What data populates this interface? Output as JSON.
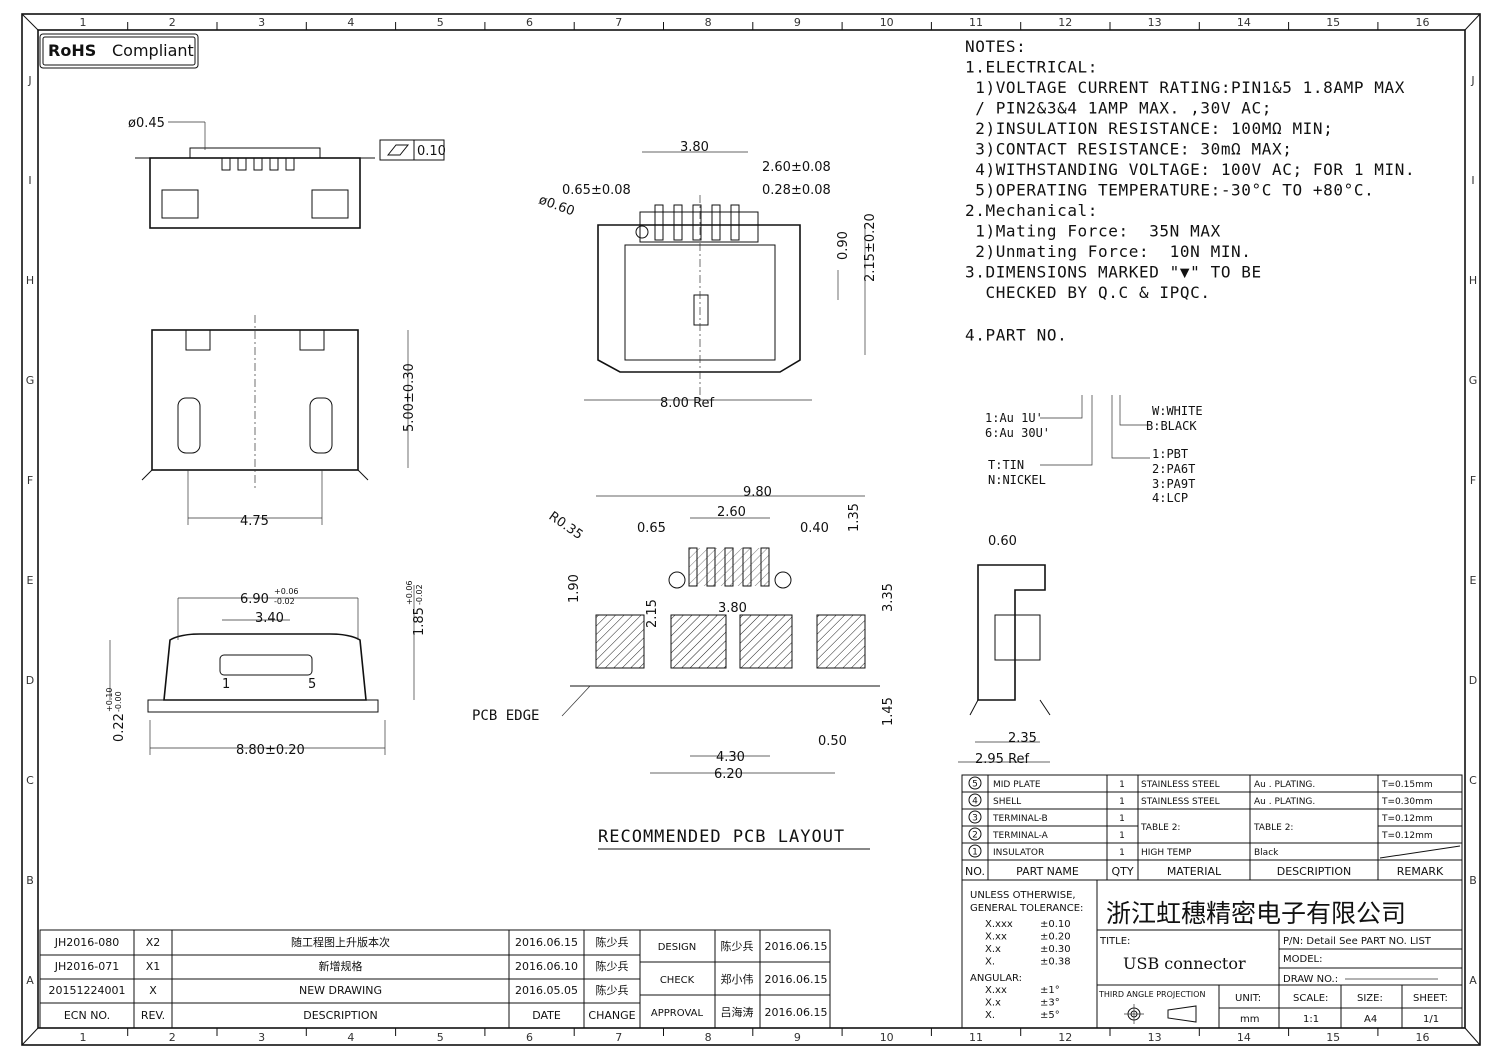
{
  "badge": {
    "rohs": "RoHS",
    "compliant": "Compliant"
  },
  "zones": {
    "columns": [
      "1",
      "2",
      "3",
      "4",
      "5",
      "6",
      "7",
      "8",
      "9",
      "10",
      "11",
      "12",
      "13",
      "14",
      "15",
      "16"
    ],
    "rows": [
      "J",
      "I",
      "H",
      "G",
      "F",
      "E",
      "D",
      "C",
      "B",
      "A"
    ]
  },
  "notes": {
    "lines": [
      "NOTES:",
      "1.ELECTRICAL:",
      " 1)VOLTAGE CURRENT RATING:PIN1&5 1.8AMP MAX",
      " / PIN2&3&4 1AMP MAX. ,30V AC;",
      " 2)INSULATION RESISTANCE: 100MΩ MIN;",
      " 3)CONTACT RESISTANCE: 30mΩ MAX;",
      " 4)WITHSTANDING VOLTAGE: 100V AC; FOR 1 MIN.",
      " 5)OPERATING TEMPERATURE:-30°C TO +80°C.",
      "2.Mechanical:",
      " 1)Mating Force:  35N MAX",
      " 2)Unmating Force:  10N MIN.",
      "3.DIMENSIONS MARKED \"▼\" TO BE",
      "  CHECKED BY Q.C & IPQC.",
      "4.PART NO."
    ]
  },
  "part_no_legend": {
    "plating": [
      "1:Au 1U'",
      "6:Au 30U'"
    ],
    "finish": [
      "T:TIN",
      "N:NICKEL"
    ],
    "color": [
      "W:WHITE",
      "B:BLACK"
    ],
    "material": [
      "1:PBT",
      "2:PA6T",
      "3:PA9T",
      "4:LCP"
    ]
  },
  "dimensions": [
    "ø0.45",
    "0.10",
    "3.80",
    "2.60±0.08",
    "0.65±0.08",
    "0.28±0.08",
    "ø0.60",
    "0.90",
    "2.15±0.20",
    "8.00 Ref",
    "5.00±0.30",
    "4.75",
    "6.90",
    "3.40",
    "1.85",
    "0.22",
    "8.80±0.20",
    "9.80",
    "2.60",
    "0.65",
    "0.40",
    "R0.35",
    "1.35",
    "1.90",
    "2.15",
    "3.80",
    "3.35",
    "1.45",
    "0.50",
    "4.30",
    "6.20",
    "0.60",
    "2.35",
    "2.95 Ref"
  ],
  "tolerances": {
    "d12": [
      "+0.06",
      "-0.02"
    ],
    "d14": [
      "+0.06",
      "-0.02"
    ],
    "d15": [
      "+0.10",
      "-0.00"
    ]
  },
  "labels": {
    "pcb_edge": "PCB EDGE",
    "layout_title": "RECOMMENDED PCB LAYOUT",
    "pin1": "1",
    "pin5": "5"
  },
  "bom": {
    "rows": [
      {
        "no": "5",
        "name": "MID PLATE",
        "qty": "1",
        "material": "STAINLESS STEEL",
        "description": "Au . PLATING.",
        "remark": "T=0.15mm"
      },
      {
        "no": "4",
        "name": "SHELL",
        "qty": "1",
        "material": "STAINLESS STEEL",
        "description": "Au . PLATING.",
        "remark": "T=0.30mm"
      },
      {
        "no": "3",
        "name": "TERMINAL-B",
        "qty": "1",
        "material": "TABLE 2:",
        "description": "TABLE 2:",
        "remark": "T=0.12mm"
      },
      {
        "no": "2",
        "name": "TERMINAL-A",
        "qty": "1",
        "material": "",
        "description": "",
        "remark": "T=0.12mm"
      },
      {
        "no": "1",
        "name": "INSULATOR",
        "qty": "1",
        "material": "HIGH TEMP",
        "description": "Black",
        "remark": ""
      }
    ],
    "headers": {
      "no": "NO.",
      "name": "PART NAME",
      "qty": "QTY",
      "material": "MATERIAL",
      "description": "DESCRIPTION",
      "remark": "REMARK"
    }
  },
  "title_block": {
    "tolerance_title": [
      "UNLESS OTHERWISE,",
      "GENERAL TOLERANCE:"
    ],
    "linear": [
      [
        "X.xxx",
        "±0.10"
      ],
      [
        "X.xx",
        "±0.20"
      ],
      [
        "X.x",
        "±0.30"
      ],
      [
        "X.",
        "±0.38"
      ]
    ],
    "angular_label": "ANGULAR:",
    "angular": [
      [
        "X.xx",
        "±1°"
      ],
      [
        "X.x",
        "±3°"
      ],
      [
        "X.",
        "±5°"
      ]
    ],
    "company": "浙江虹穗精密电子有限公司",
    "title_label": "TITLE:",
    "title": "USB connector",
    "pn": "P/N: Detail  See  PART  NO.  LIST",
    "model": "MODEL:",
    "draw_no": "DRAW  NO.:",
    "projection": "THIRD  ANGLE  PROJECTION",
    "unit_label": "UNIT:",
    "unit": "mm",
    "scale_label": "SCALE:",
    "scale": "1:1",
    "size_label": "SIZE:",
    "size": "A4",
    "sheet_label": "SHEET:",
    "sheet": "1/1"
  },
  "revisions": {
    "rows": [
      {
        "ecn": "JH2016-080",
        "rev": "X2",
        "desc": "随工程图上升版本次",
        "date": "2016.06.15",
        "change": "陈少兵"
      },
      {
        "ecn": "JH2016-071",
        "rev": "X1",
        "desc": "新增规格",
        "date": "2016.06.10",
        "change": "陈少兵"
      },
      {
        "ecn": "20151224001",
        "rev": "X",
        "desc": "NEW DRAWING",
        "date": "2016.05.05",
        "change": "陈少兵"
      }
    ],
    "headers": {
      "ecn": "ECN  NO.",
      "rev": "REV.",
      "desc": "DESCRIPTION",
      "date": "DATE",
      "change": "CHANGE"
    }
  },
  "approvals": [
    {
      "role": "DESIGN",
      "name": "陈少兵",
      "date": "2016.06.15"
    },
    {
      "role": "CHECK",
      "name": "郑小伟",
      "date": "2016.06.15"
    },
    {
      "role": "APPROVAL",
      "name": "吕海涛",
      "date": "2016.06.15"
    }
  ]
}
